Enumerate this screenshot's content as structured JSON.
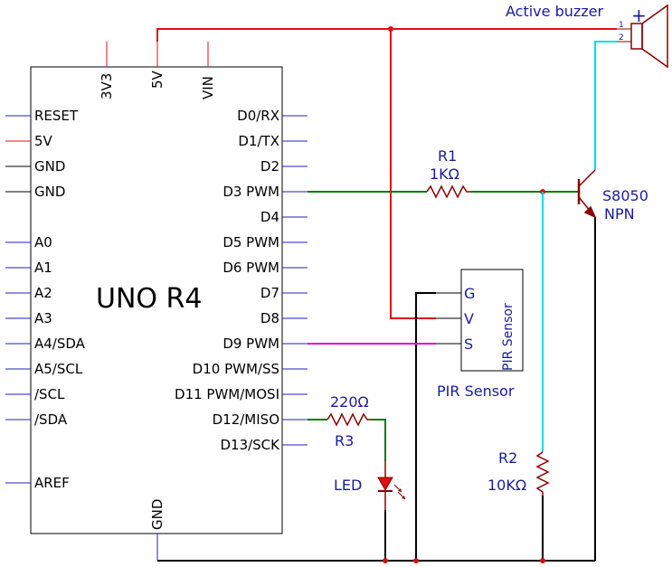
{
  "board": {
    "title": "UNO R4",
    "top_pins": [
      "3V3",
      "5V",
      "VIN"
    ],
    "left_pins": [
      "RESET",
      "5V",
      "GND",
      "GND",
      "A0",
      "A1",
      "A2",
      "A3",
      "A4/SDA",
      "A5/SCL",
      "/SCL",
      "/SDA",
      "AREF"
    ],
    "right_pins": [
      "D0/RX",
      "D1/TX",
      "D2",
      "D3 PWM",
      "D4",
      "D5 PWM",
      "D6 PWM",
      "D7",
      "D8",
      "D9 PWM",
      "D10 PWM/SS",
      "D11 PWM/MOSI",
      "D12/MISO",
      "D13/SCK"
    ],
    "bottom_pin": "GND"
  },
  "buzzer": {
    "label": "Active buzzer",
    "plus": "+",
    "pin1": "1",
    "pin2": "2"
  },
  "transistor": {
    "model": "S8050",
    "type": "NPN"
  },
  "r1": {
    "name": "R1",
    "value": "1KΩ"
  },
  "r2": {
    "name": "R2",
    "value": "10KΩ"
  },
  "r3": {
    "name": "R3",
    "value": "220Ω"
  },
  "led": {
    "label": "LED"
  },
  "pir": {
    "title": "PIR Sensor",
    "inner": "PIR Sensor",
    "pins": [
      "G",
      "V",
      "S"
    ]
  },
  "colors": {
    "power": "#e01010",
    "ground": "#000000",
    "signal_d3": "#0a7a0a",
    "signal_d9": "#e000e0",
    "signal_buzzer": "#00e0e0",
    "pin_stub": "#2020c0",
    "component": "#8b0000"
  }
}
